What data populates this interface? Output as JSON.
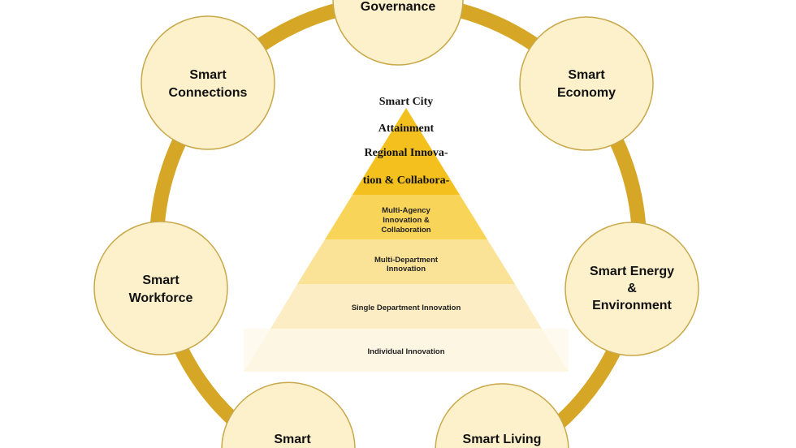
{
  "ring": {
    "color": "#D6A626",
    "nodes": [
      {
        "lines": [
          "Governance"
        ]
      },
      {
        "lines": [
          "Smart",
          "Economy"
        ]
      },
      {
        "lines": [
          "Smart Energy",
          "&",
          "Environment"
        ]
      },
      {
        "lines": [
          "Smart Living"
        ]
      },
      {
        "lines": [
          "Smart"
        ]
      },
      {
        "lines": [
          "Smart",
          "Workforce"
        ]
      },
      {
        "lines": [
          "Smart",
          "Connections"
        ]
      }
    ]
  },
  "pyramid": {
    "top_lines": [
      "Smart City",
      "Attainment",
      "Regional Innova-",
      "tion & Collabora-"
    ],
    "levels": [
      {
        "lines": [
          "Multi-Agency",
          "Innovation &",
          "Collaboration"
        ],
        "color": "#F8D458"
      },
      {
        "lines": [
          "Multi-Department",
          "Innovation"
        ],
        "color": "#FAE297"
      },
      {
        "lines": [
          "Single Department Innovation"
        ],
        "color": "#FCEDC4"
      },
      {
        "lines": [
          "Individual Innovation"
        ],
        "color": "#FDF6E3"
      }
    ],
    "top_color": "#F4C01E"
  }
}
